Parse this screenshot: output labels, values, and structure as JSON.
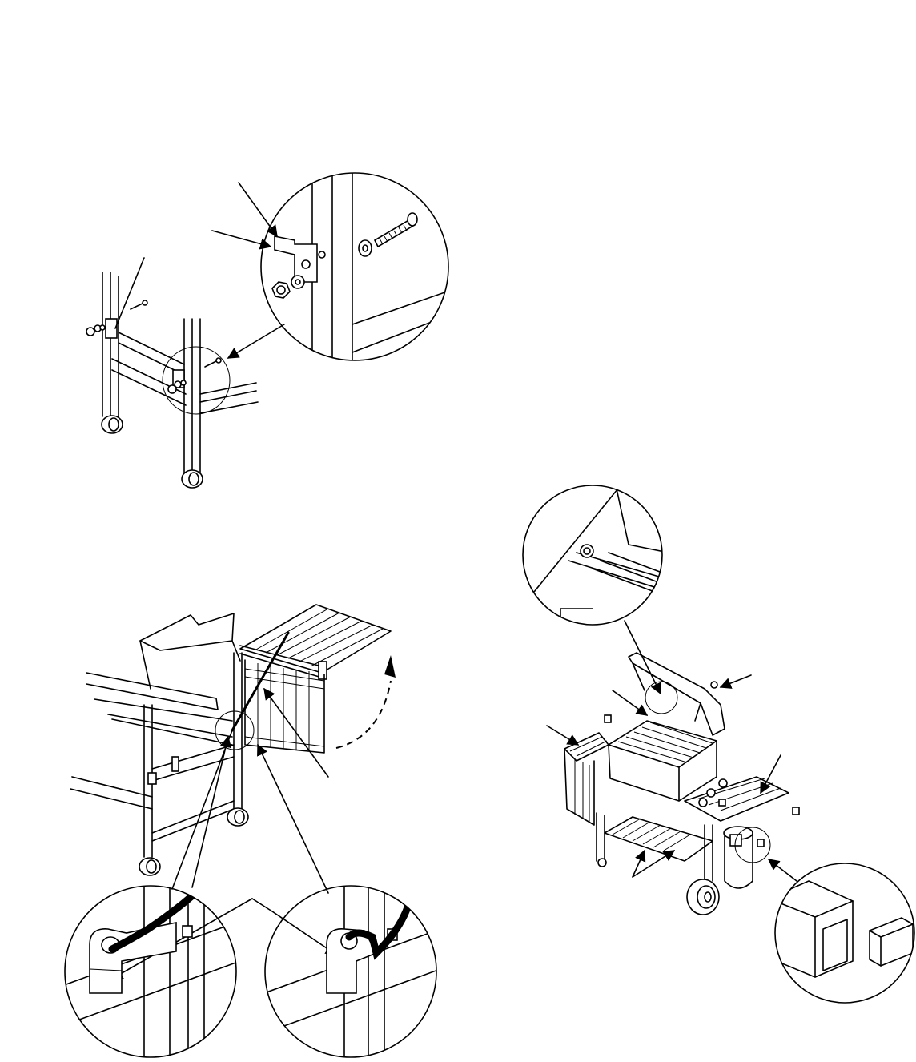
{
  "figure": {
    "panels": [
      {
        "id": "frame-bolt-assembly",
        "icons": [
          "cart-frame-icon",
          "bolt-icon",
          "nut-icon",
          "washer-icon",
          "bracket-icon",
          "caster-icon"
        ]
      },
      {
        "id": "side-table-hose-assembly",
        "icons": [
          "side-table-icon",
          "hose-icon",
          "hose-bracket-icon",
          "rotation-arrow-icon"
        ]
      },
      {
        "id": "grill-overview",
        "icons": [
          "grill-icon",
          "lid-icon",
          "cooking-grate-icon",
          "wheel-icon",
          "tank-icon",
          "end-cap-icon"
        ]
      }
    ],
    "colors": {
      "line": "#000000",
      "background": "#ffffff"
    }
  }
}
